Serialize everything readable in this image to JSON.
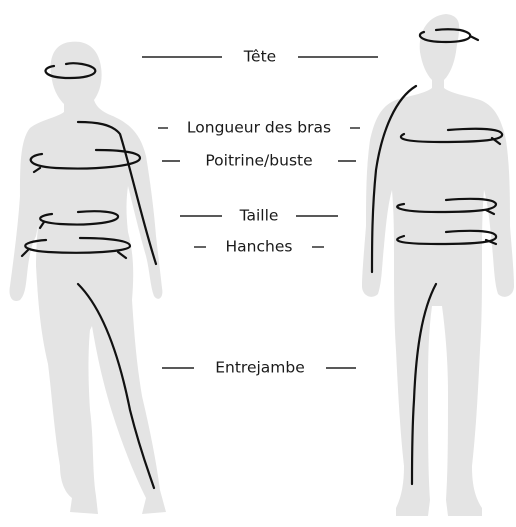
{
  "labels": {
    "head": "Tête",
    "arm_length": "Longueur des bras",
    "chest_bust": "Poitrine/buste",
    "waist": "Taille",
    "hips": "Hanches",
    "inseam": "Entrejambe"
  },
  "colors": {
    "silhouette": "#e4e4e4",
    "measure_line": "#111111",
    "text": "#1a1a1a"
  }
}
